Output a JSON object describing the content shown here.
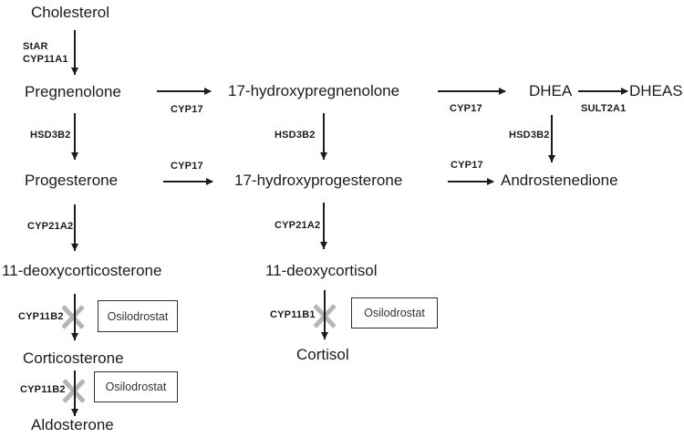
{
  "pathway": {
    "nodes": {
      "cholesterol": "Cholesterol",
      "pregnenolone": "Pregnenolone",
      "hydroxypregnenolone": "17-hydroxypregnenolone",
      "dhea": "DHEA",
      "dheas": "DHEAS",
      "progesterone": "Progesterone",
      "hydroxyprogesterone": "17-hydroxyprogesterone",
      "androstenedione": "Androstenedione",
      "deoxycorticosterone": "11-deoxycorticosterone",
      "deoxycortisol": "11-deoxycortisol",
      "corticosterone": "Corticosterone",
      "cortisol": "Cortisol",
      "aldosterone": "Aldosterone"
    },
    "enzymes": {
      "star": "StAR",
      "cyp11a1": "CYP11A1",
      "cyp17": "CYP17",
      "hsd3b2": "HSD3B2",
      "sult2a1": "SULT2A1",
      "cyp21a2": "CYP21A2",
      "cyp11b2": "CYP11B2",
      "cyp11b1": "CYP11B1"
    },
    "inhibitor_label": "Osilodrostat",
    "colors": {
      "text": "#1c1c1c",
      "arrow": "#1c1c1c",
      "inhibition_cross": "#b5b5b5",
      "box_border": "#2e2e2e"
    }
  }
}
